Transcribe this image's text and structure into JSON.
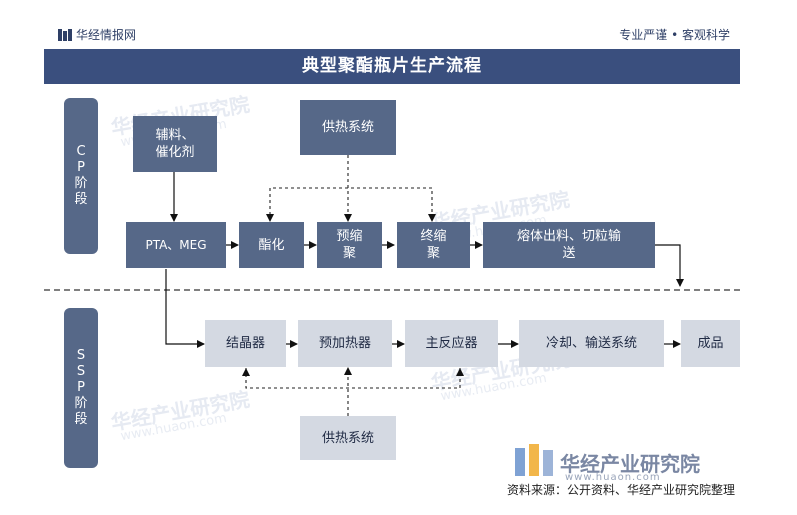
{
  "header": {
    "brand": "华经情报网",
    "slogan": "专业严谨 • 客观科学"
  },
  "title": "典型聚酯瓶片生产流程",
  "stages": {
    "cp": "C\nP\n阶\n段",
    "ssp": "S\nS\nP\n阶\n段"
  },
  "cp": {
    "aux": "辅料、\n催化剂",
    "heat": "供热系统",
    "pta": "PTA、MEG",
    "ester": "酯化",
    "pre": "预缩\n聚",
    "final": "终缩\n聚",
    "melt": "熔体出料、切粒输\n送"
  },
  "ssp": {
    "cryst": "结晶器",
    "preheat": "预加热器",
    "reactor": "主反应器",
    "cool": "冷却、输送系统",
    "product": "成品",
    "heat": "供热系统"
  },
  "watermarks": {
    "text": "华经产业研究院",
    "url": "www.huaon.com"
  },
  "logo": {
    "text": "华经产业研究院",
    "url": "www.huaon.com"
  },
  "source": "资料来源：公开资料、华经产业研究院整理",
  "colors": {
    "title": "#3a4f7e",
    "box": "#566888",
    "light_box": "#d4d9e2"
  }
}
